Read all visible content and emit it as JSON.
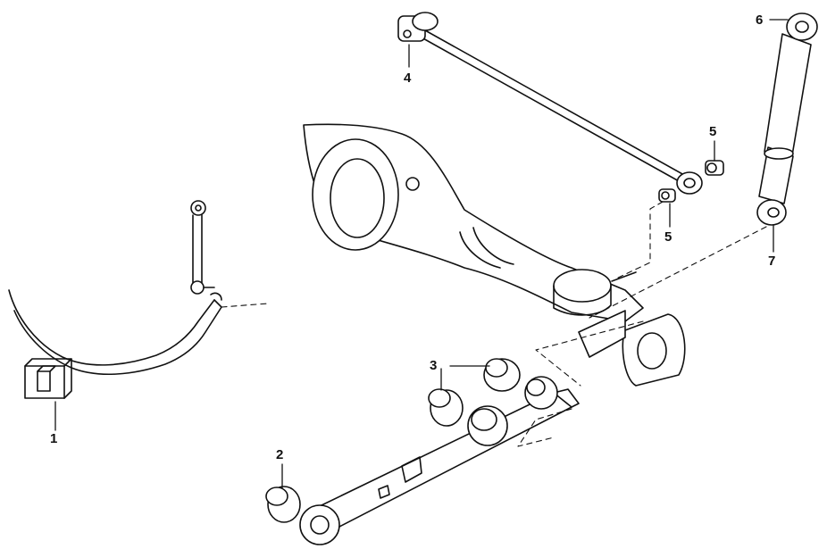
{
  "diagram": {
    "callouts": [
      {
        "id": "c1",
        "label": "1"
      },
      {
        "id": "c2",
        "label": "2"
      },
      {
        "id": "c3",
        "label": "3"
      },
      {
        "id": "c4",
        "label": "4"
      },
      {
        "id": "c5a",
        "label": "5"
      },
      {
        "id": "c5b",
        "label": "5"
      },
      {
        "id": "c6",
        "label": "6"
      },
      {
        "id": "c7",
        "label": "7"
      }
    ],
    "colors": {
      "line": "#111111",
      "fill": "#ffffff"
    }
  }
}
